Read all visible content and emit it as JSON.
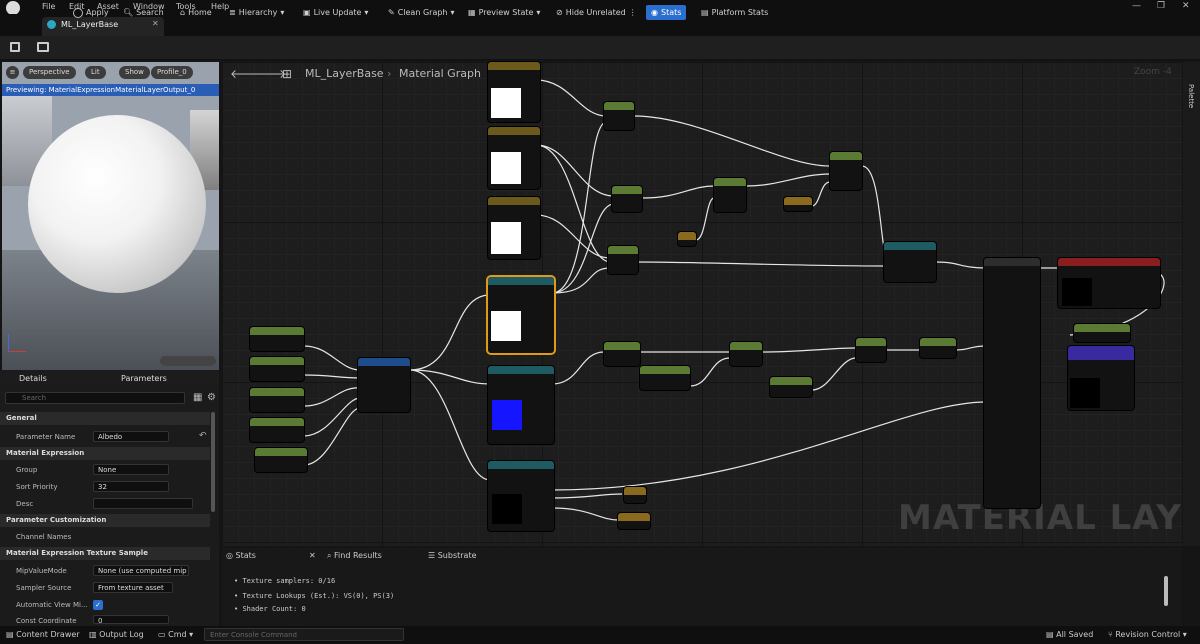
{
  "menu": [
    "File",
    "Edit",
    "Asset",
    "Window",
    "Tools",
    "Help"
  ],
  "tab": {
    "title": "ML_LayerBase"
  },
  "toolbar": {
    "apply": "Apply",
    "search": "Search",
    "home": "Home",
    "hierarchy": "Hierarchy",
    "live_update": "Live Update",
    "clean_graph": "Clean Graph",
    "preview_state": "Preview State",
    "hide_unrelated": "Hide Unrelated",
    "stats": "Stats",
    "platform_stats": "Platform Stats"
  },
  "viewport": {
    "perspective": "Perspective",
    "lit": "Lit",
    "show": "Show",
    "profile": "Profile_0",
    "previewing": "Previewing: MaterialExpressionMaterialLayerOutput_0"
  },
  "details": {
    "tab_details": "Details",
    "tab_parameters": "Parameters",
    "search_placeholder": "Search",
    "sections": [
      "General",
      "Material Expression",
      "Parameter Customization",
      "Material Expression Texture Sample"
    ],
    "props": {
      "parameter_name": {
        "label": "Parameter Name",
        "value": "Albedo"
      },
      "group": {
        "label": "Group",
        "value": "None"
      },
      "sort_priority": {
        "label": "Sort Priority",
        "value": "32"
      },
      "desc": {
        "label": "Desc",
        "value": ""
      },
      "channel_names": {
        "label": "Channel Names"
      },
      "mip_value_mode": {
        "label": "MipValueMode",
        "value": "None (use computed mip"
      },
      "sampler_source": {
        "label": "Sampler Source",
        "value": "From texture asset"
      },
      "automatic_view_mip": {
        "label": "Automatic View Mi..."
      },
      "const_coordinate": {
        "label": "Const Coordinate",
        "value": "0"
      }
    }
  },
  "graph": {
    "breadcrumb_asset": "ML_LayerBase",
    "breadcrumb_graph": "Material Graph",
    "zoom": "Zoom -4",
    "watermark": "MATERIAL LAYER",
    "palette": "Palette"
  },
  "bottom": {
    "tab_stats": "Stats",
    "tab_find": "Find Results",
    "tab_substrate": "Substrate",
    "lines": [
      "Texture samplers: 0/16",
      "Texture Lookups (Est.): VS(0), PS(3)",
      "Shader Count: 0"
    ]
  },
  "status": {
    "content_drawer": "Content Drawer",
    "output_log": "Output Log",
    "cmd": "Cmd",
    "console_placeholder": "Enter Console Command",
    "all_saved": "All Saved",
    "revision_control": "Revision Control"
  },
  "colors": {
    "accent": "#2a6ecf",
    "node_green": "#5b7a33",
    "node_teal": "#1f5b63",
    "node_blue": "#1f4d8c",
    "node_olive": "#6b5a1c",
    "node_red": "#8a1e1e"
  }
}
